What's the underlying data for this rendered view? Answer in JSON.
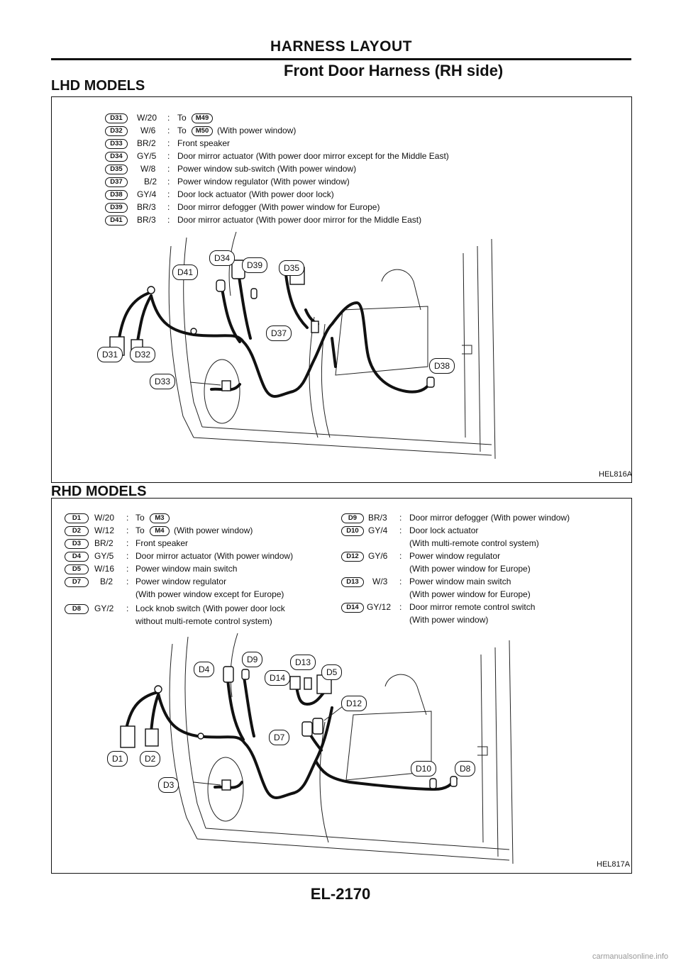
{
  "header": {
    "title": "HARNESS LAYOUT"
  },
  "page_subtitle": "Front Door Harness (RH side)",
  "lhd": {
    "section_label": "LHD MODELS",
    "rows": [
      {
        "tag": "D31",
        "wire": "W/20",
        "desc": "To",
        "ref": "M49",
        "extra": ""
      },
      {
        "tag": "D32",
        "wire": "W/6",
        "desc": "To",
        "ref": "M50",
        "extra": "(With power window)"
      },
      {
        "tag": "D33",
        "wire": "BR/2",
        "desc": "Front speaker",
        "ref": "",
        "extra": ""
      },
      {
        "tag": "D34",
        "wire": "GY/5",
        "desc": "Door mirror actuator (With power door mirror except for the Middle East)",
        "ref": "",
        "extra": ""
      },
      {
        "tag": "D35",
        "wire": "W/8",
        "desc": "Power window sub-switch (With power window)",
        "ref": "",
        "extra": ""
      },
      {
        "tag": "D37",
        "wire": "B/2",
        "desc": "Power window regulator (With power window)",
        "ref": "",
        "extra": ""
      },
      {
        "tag": "D38",
        "wire": "GY/4",
        "desc": "Door lock actuator (With power door lock)",
        "ref": "",
        "extra": ""
      },
      {
        "tag": "D39",
        "wire": "BR/3",
        "desc": "Door mirror defogger (With power window for Europe)",
        "ref": "",
        "extra": ""
      },
      {
        "tag": "D41",
        "wire": "BR/3",
        "desc": "Door mirror actuator (With power door mirror for the Middle East)",
        "ref": "",
        "extra": ""
      }
    ],
    "labels": {
      "d41": "D41",
      "d34": "D34",
      "d39": "D39",
      "d35": "D35",
      "d37": "D37",
      "d38": "D38",
      "d31": "D31",
      "d32": "D32",
      "d33": "D33"
    },
    "figure_code": "HEL816A"
  },
  "rhd": {
    "section_label": "RHD MODELS",
    "left_rows": [
      {
        "tag": "D1",
        "wire": "W/20",
        "desc": "To",
        "ref": "M3",
        "extra": "",
        "cont": ""
      },
      {
        "tag": "D2",
        "wire": "W/12",
        "desc": "To",
        "ref": "M4",
        "extra": "(With power window)",
        "cont": ""
      },
      {
        "tag": "D3",
        "wire": "BR/2",
        "desc": "Front speaker",
        "ref": "",
        "extra": "",
        "cont": ""
      },
      {
        "tag": "D4",
        "wire": "GY/5",
        "desc": "Door mirror actuator (With power window)",
        "ref": "",
        "extra": "",
        "cont": ""
      },
      {
        "tag": "D5",
        "wire": "W/16",
        "desc": "Power window main switch",
        "ref": "",
        "extra": "",
        "cont": ""
      },
      {
        "tag": "D7",
        "wire": "B/2",
        "desc": "Power window regulator",
        "ref": "",
        "extra": "",
        "cont": "(With power window except for Europe)"
      },
      {
        "tag": "D8",
        "wire": "GY/2",
        "desc": "Lock knob switch (With power door lock",
        "ref": "",
        "extra": "",
        "cont": "without multi-remote control system)"
      }
    ],
    "right_rows": [
      {
        "tag": "D9",
        "wire": "BR/3",
        "desc": "Door mirror defogger (With power window)",
        "cont": ""
      },
      {
        "tag": "D10",
        "wire": "GY/4",
        "desc": "Door lock actuator",
        "cont": "(With multi-remote control system)"
      },
      {
        "tag": "D12",
        "wire": "GY/6",
        "desc": "Power window regulator",
        "cont": "(With power window for Europe)"
      },
      {
        "tag": "D13",
        "wire": "W/3",
        "desc": "Power window main switch",
        "cont": "(With power window for Europe)"
      },
      {
        "tag": "D14",
        "wire": "GY/12",
        "desc": "Door mirror remote control switch",
        "cont": "(With power window)"
      }
    ],
    "labels": {
      "d4": "D4",
      "d9": "D9",
      "d13": "D13",
      "d14": "D14",
      "d5": "D5",
      "d12": "D12",
      "d7": "D7",
      "d10": "D10",
      "d8": "D8",
      "d1": "D1",
      "d2": "D2",
      "d3": "D3"
    },
    "figure_code": "HEL817A"
  },
  "colon": ":",
  "footer": {
    "page_number": "EL-2170"
  },
  "watermark": "carmanualsonline.info"
}
